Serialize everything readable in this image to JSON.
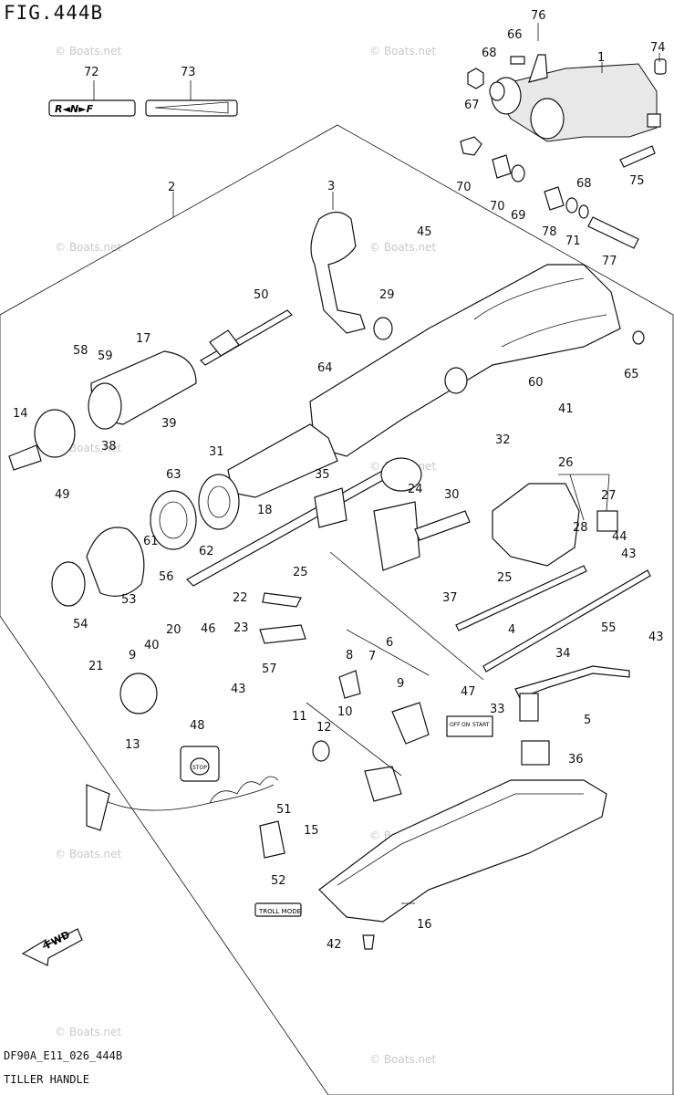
{
  "figure": {
    "title": "FIG.444B",
    "code": "DF90A_E11_026_444B",
    "name": "TILLER HANDLE"
  },
  "watermark": "© Boats.net",
  "decals": {
    "shift_label": "R◄N►F",
    "off_on_start": [
      "OFF",
      "ON",
      "START"
    ],
    "stop_label": "STOP",
    "troll_mode": "TROLL MODE",
    "fwd_arrow": "FWD"
  },
  "callouts": [
    "1",
    "2",
    "3",
    "4",
    "5",
    "6",
    "7",
    "8",
    "9",
    "10",
    "11",
    "12",
    "13",
    "14",
    "15",
    "16",
    "17",
    "18",
    "20",
    "21",
    "22",
    "23",
    "24",
    "25",
    "26",
    "27",
    "28",
    "29",
    "30",
    "31",
    "32",
    "33",
    "34",
    "35",
    "36",
    "37",
    "38",
    "39",
    "40",
    "41",
    "42",
    "43",
    "44",
    "45",
    "46",
    "47",
    "48",
    "49",
    "50",
    "51",
    "52",
    "53",
    "54",
    "55",
    "56",
    "57",
    "58",
    "59",
    "60",
    "61",
    "62",
    "63",
    "64",
    "65",
    "66",
    "67",
    "68",
    "69",
    "70",
    "71",
    "72",
    "73",
    "74",
    "75",
    "76",
    "77",
    "78"
  ]
}
